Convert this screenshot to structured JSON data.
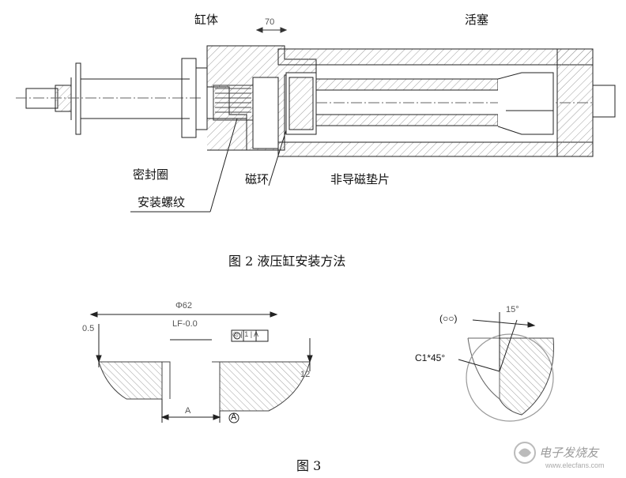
{
  "figure2": {
    "labels": {
      "cylinder": "缸体",
      "piston": "活塞",
      "seal": "密封圈",
      "thread": "安装螺纹",
      "magnet_ring": "磁环",
      "spacer": "非导磁垫片",
      "gap_dim": "70"
    },
    "caption": "图 2  液压缸安装方法"
  },
  "figure3": {
    "dims": {
      "diameter": "Φ62",
      "tolerance": "LF-0.0",
      "datum": "A",
      "depth_left": "0.5",
      "depth_right": "12",
      "gtol": "◎ | 1 | A",
      "dim_a": "A"
    },
    "detail": {
      "note": "(○○)",
      "angle": "15°",
      "chamfer": "C1*45°"
    },
    "caption": "图 3"
  },
  "watermark": {
    "text": "电子发烧友",
    "url": "www.elecfans.com"
  }
}
